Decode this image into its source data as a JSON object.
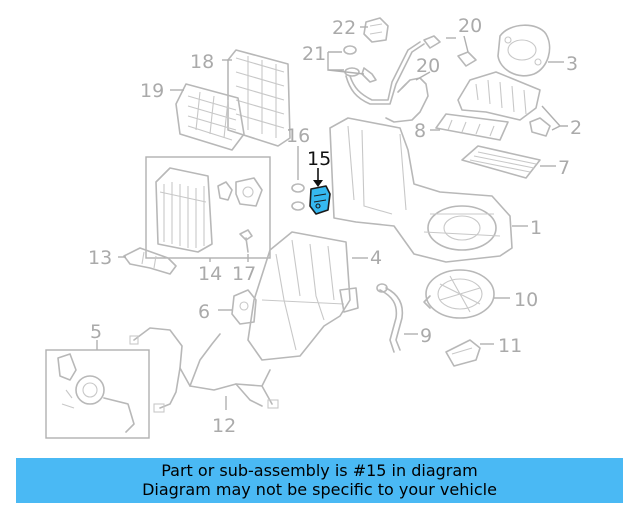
{
  "diagram": {
    "highlight_color": "#35b8f0",
    "callouts": {
      "c1": "1",
      "c2": "2",
      "c3": "3",
      "c4": "4",
      "c5": "5",
      "c6": "6",
      "c7": "7",
      "c8": "8",
      "c9": "9",
      "c10": "10",
      "c11": "11",
      "c12": "12",
      "c13": "13",
      "c14": "14",
      "c15": "15",
      "c16": "16",
      "c17": "17",
      "c18": "18",
      "c19": "19",
      "c20a": "20",
      "c20b": "20",
      "c21": "21",
      "c22": "22"
    }
  },
  "banner": {
    "line1": "Part or sub-assembly is #15 in diagram",
    "line2": "Diagram may not be specific to your vehicle",
    "background": "#4ab9f4"
  }
}
